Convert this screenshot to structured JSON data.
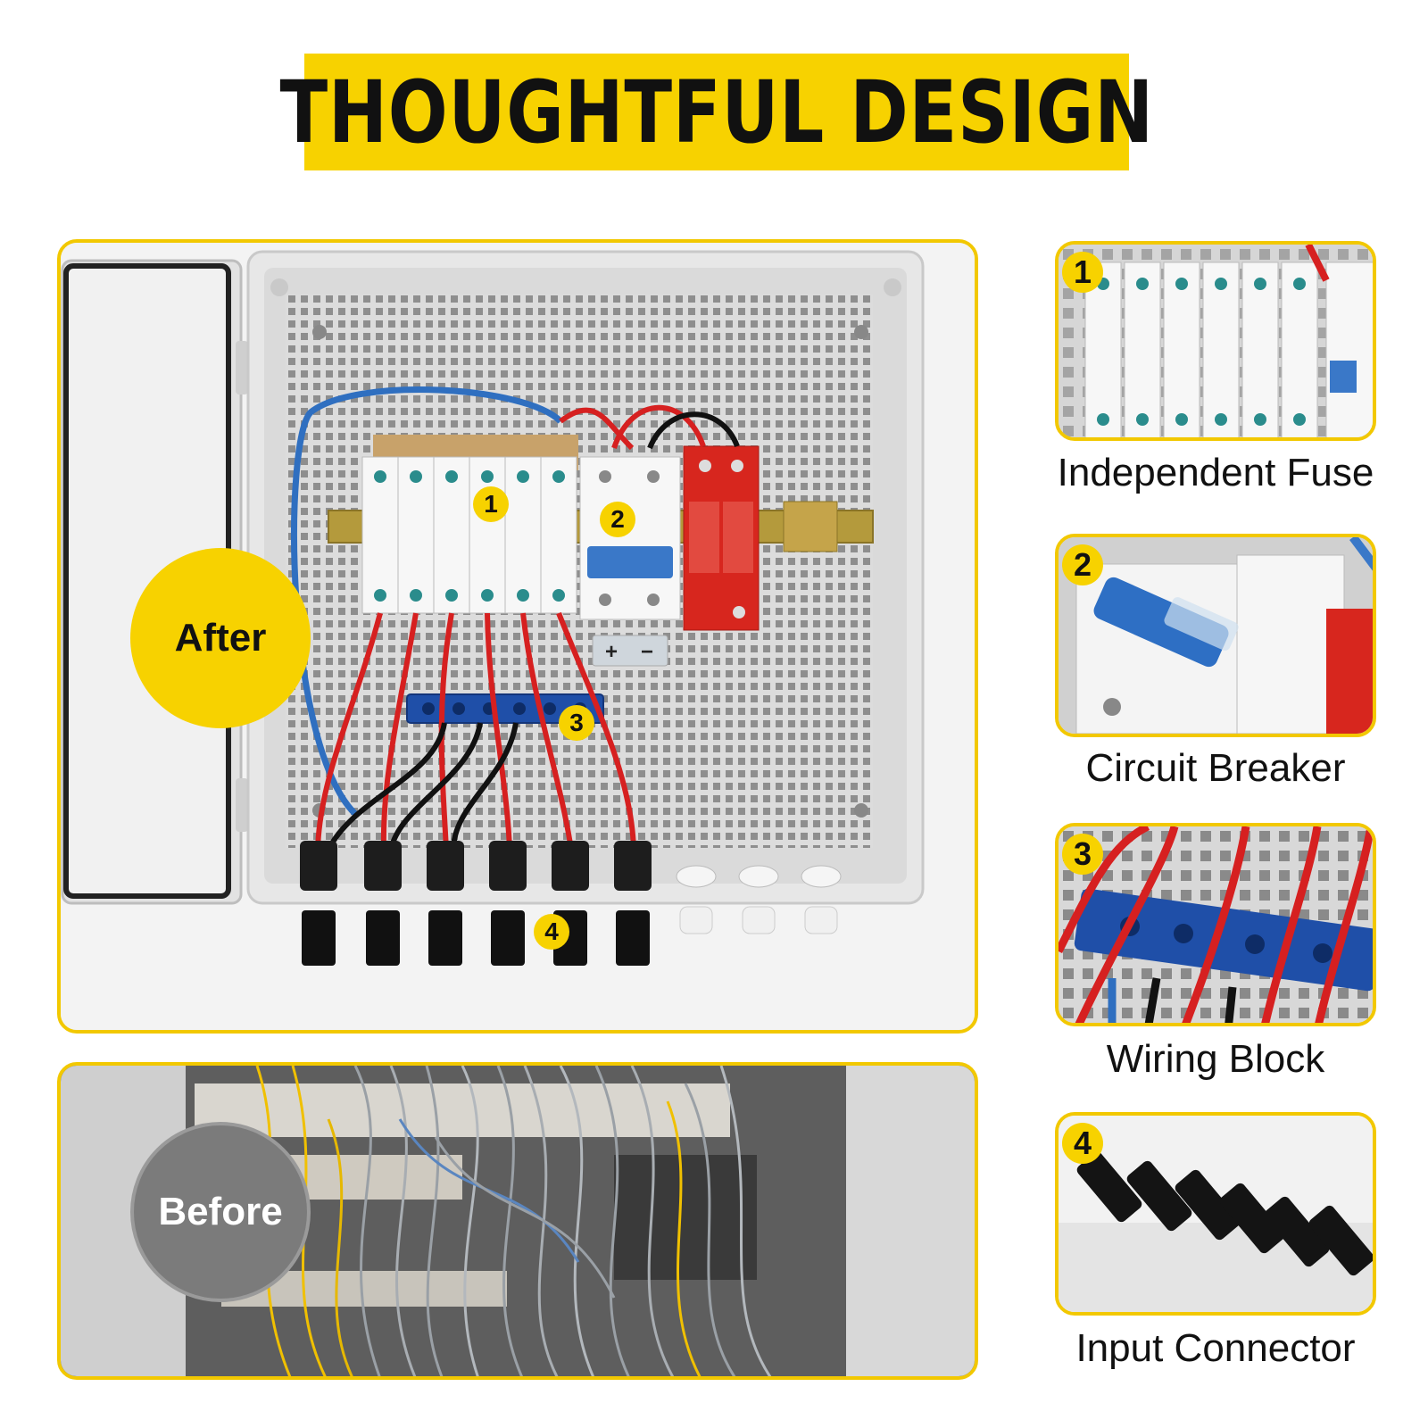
{
  "header": {
    "title": "THOUGHTFUL DESIGN"
  },
  "comparison": {
    "after_label": "After",
    "before_label": "Before"
  },
  "callouts": [
    "1",
    "2",
    "3",
    "4"
  ],
  "features": [
    {
      "number": "1",
      "label": "Independent Fuse"
    },
    {
      "number": "2",
      "label": "Circuit Breaker"
    },
    {
      "number": "3",
      "label": "Wiring Block"
    },
    {
      "number": "4",
      "label": "Input Connector"
    }
  ],
  "colors": {
    "accent_yellow": "#f7d200",
    "enclosure_grey": "#e8e8e8",
    "wire_red": "#d62020",
    "wire_blue": "#2f6fc0",
    "spd_red": "#d7261e"
  }
}
